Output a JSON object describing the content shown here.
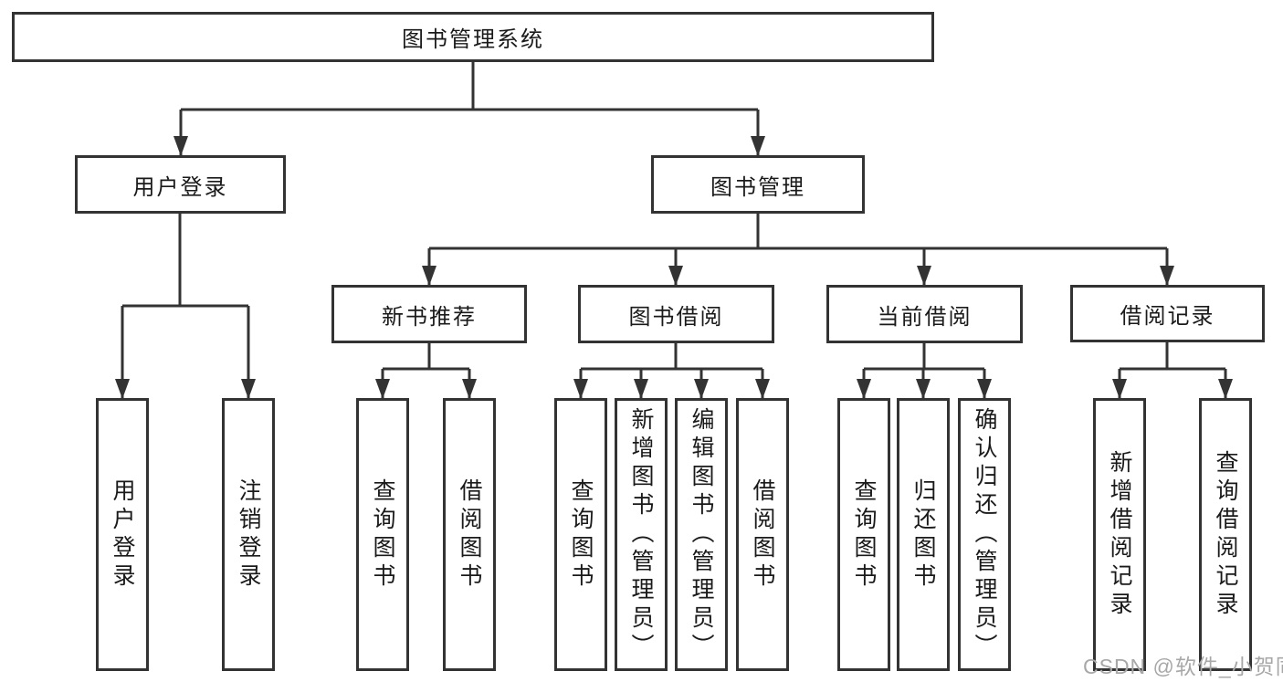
{
  "colors": {
    "line": "#333333",
    "box_fill": "#ffffff",
    "text": "#1a1a1a",
    "watermark": "#a8a8a8"
  },
  "tree": {
    "root": "图书管理系统",
    "level2": [
      "用户登录",
      "图书管理"
    ],
    "level3": [
      "新书推荐",
      "图书借阅",
      "当前借阅",
      "借阅记录"
    ],
    "level4": {
      "user_login": [
        "用户登录",
        "注销登录"
      ],
      "new_book": [
        "查询图书",
        "借阅图书"
      ],
      "borrow": [
        "查询图书",
        "新增图书（管理员）",
        "编辑图书（管理员）",
        "借阅图书"
      ],
      "current": [
        "查询图书",
        "归还图书",
        "确认归还（管理员）"
      ],
      "records": [
        "新增借阅记录",
        "查询借阅记录"
      ]
    }
  },
  "watermark": "CSDN @软件_小贺同学"
}
